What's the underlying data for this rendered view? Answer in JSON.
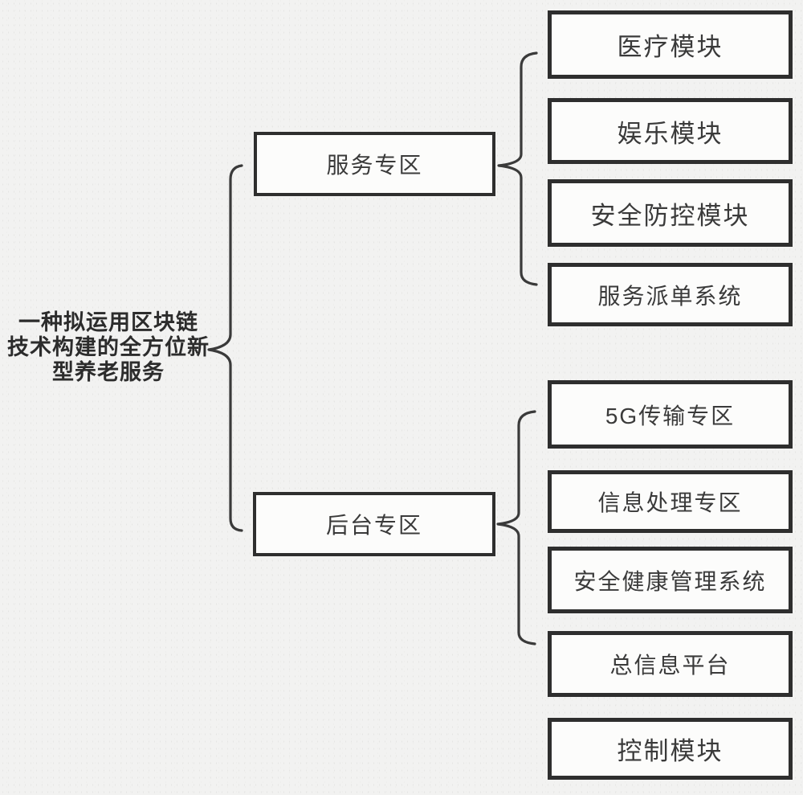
{
  "figure_title": "一种拟运用区块链技术构建的全方位新型养老服务",
  "root": {
    "label": "一种拟运用区块链技术构建的全方位新型养老服务",
    "lines": [
      "一种拟运用区块链",
      "技术构建的全方位新",
      "型养老服务"
    ]
  },
  "level1": [
    {
      "label": "服务专区"
    },
    {
      "label": "后台专区"
    }
  ],
  "service_children": [
    {
      "label": "医疗模块"
    },
    {
      "label": "娱乐模块"
    },
    {
      "label": "安全防控模块"
    },
    {
      "label": "服务派单系统"
    }
  ],
  "backend_children": [
    {
      "label": "5G传输专区"
    },
    {
      "label": "信息处理专区"
    },
    {
      "label": "安全健康管理系统"
    },
    {
      "label": "总信息平台"
    },
    {
      "label": "控制模块"
    }
  ],
  "connectors": [
    {
      "from": "root",
      "to": "level1",
      "shape": "curly-brace"
    },
    {
      "from": "服务专区",
      "to": "service_children",
      "shape": "curly-brace"
    },
    {
      "from": "后台专区",
      "to": "backend_children",
      "shape": "curly-brace"
    }
  ],
  "colors": {
    "background": "#f2f2f1",
    "box_fill": "#fcfcfb",
    "box_border": "#2e2e2e",
    "line": "#3a3a3a",
    "text": "#3a3a3a"
  }
}
